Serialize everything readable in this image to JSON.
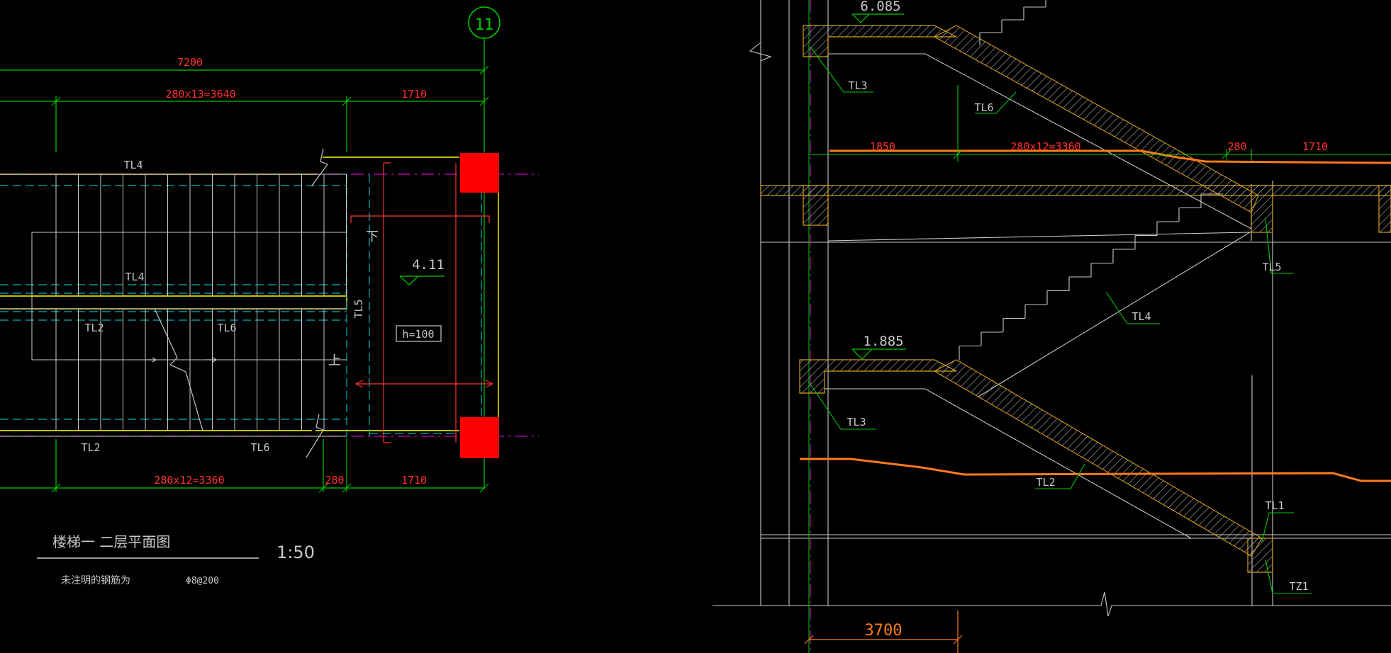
{
  "plan": {
    "axis_number": "11",
    "dim_total": "7200",
    "dim_top_treads": "280x13=3640",
    "dim_top_landing": "1710",
    "dim_bottom_treads": "280x12=3360",
    "dim_bottom_gap": "280",
    "dim_bottom_landing": "1710",
    "beam_tl4_top": "TL4",
    "beam_tl4_mid": "TL4",
    "beam_tl2_mid": "TL2",
    "beam_tl6_mid": "TL6",
    "beam_tl2_bottom": "TL2",
    "beam_tl6_bottom": "TL6",
    "beam_tl5": "TL5",
    "arrow_down": "下",
    "arrow_up": "上",
    "landing_level": "4.11",
    "slab_thickness": "h=100",
    "title": "楼梯一   二层平面图",
    "scale": "1:50",
    "note": "未注明的钢筋为",
    "rebar": "Φ8@200"
  },
  "section": {
    "level_top": "6.085",
    "level_mid": "1.885",
    "beam_tl3_top": "TL3",
    "beam_tl3_bottom": "TL3",
    "beam_tl6": "TL6",
    "beam_tl5": "TL5",
    "beam_tl4": "TL4",
    "beam_tl2": "TL2",
    "beam_tl1": "TL1",
    "column_tz1": "TZ1",
    "dim_landing": "1850",
    "dim_treads": "280x12=3360",
    "dim_gap": "280",
    "dim_right": "1710",
    "dim_bottom": "3700"
  },
  "colors": {
    "background": "#000000",
    "white_lines": "#c8c8c8",
    "green_dims": "#00c800",
    "red_text": "#ff3030",
    "yellow": "#ffff00",
    "cyan_dashed": "#00b4b4",
    "orange": "#ff7a1a",
    "hatch_border": "#d4a017",
    "column_fill": "#ff0000",
    "magenta_axis": "#c800c8"
  }
}
